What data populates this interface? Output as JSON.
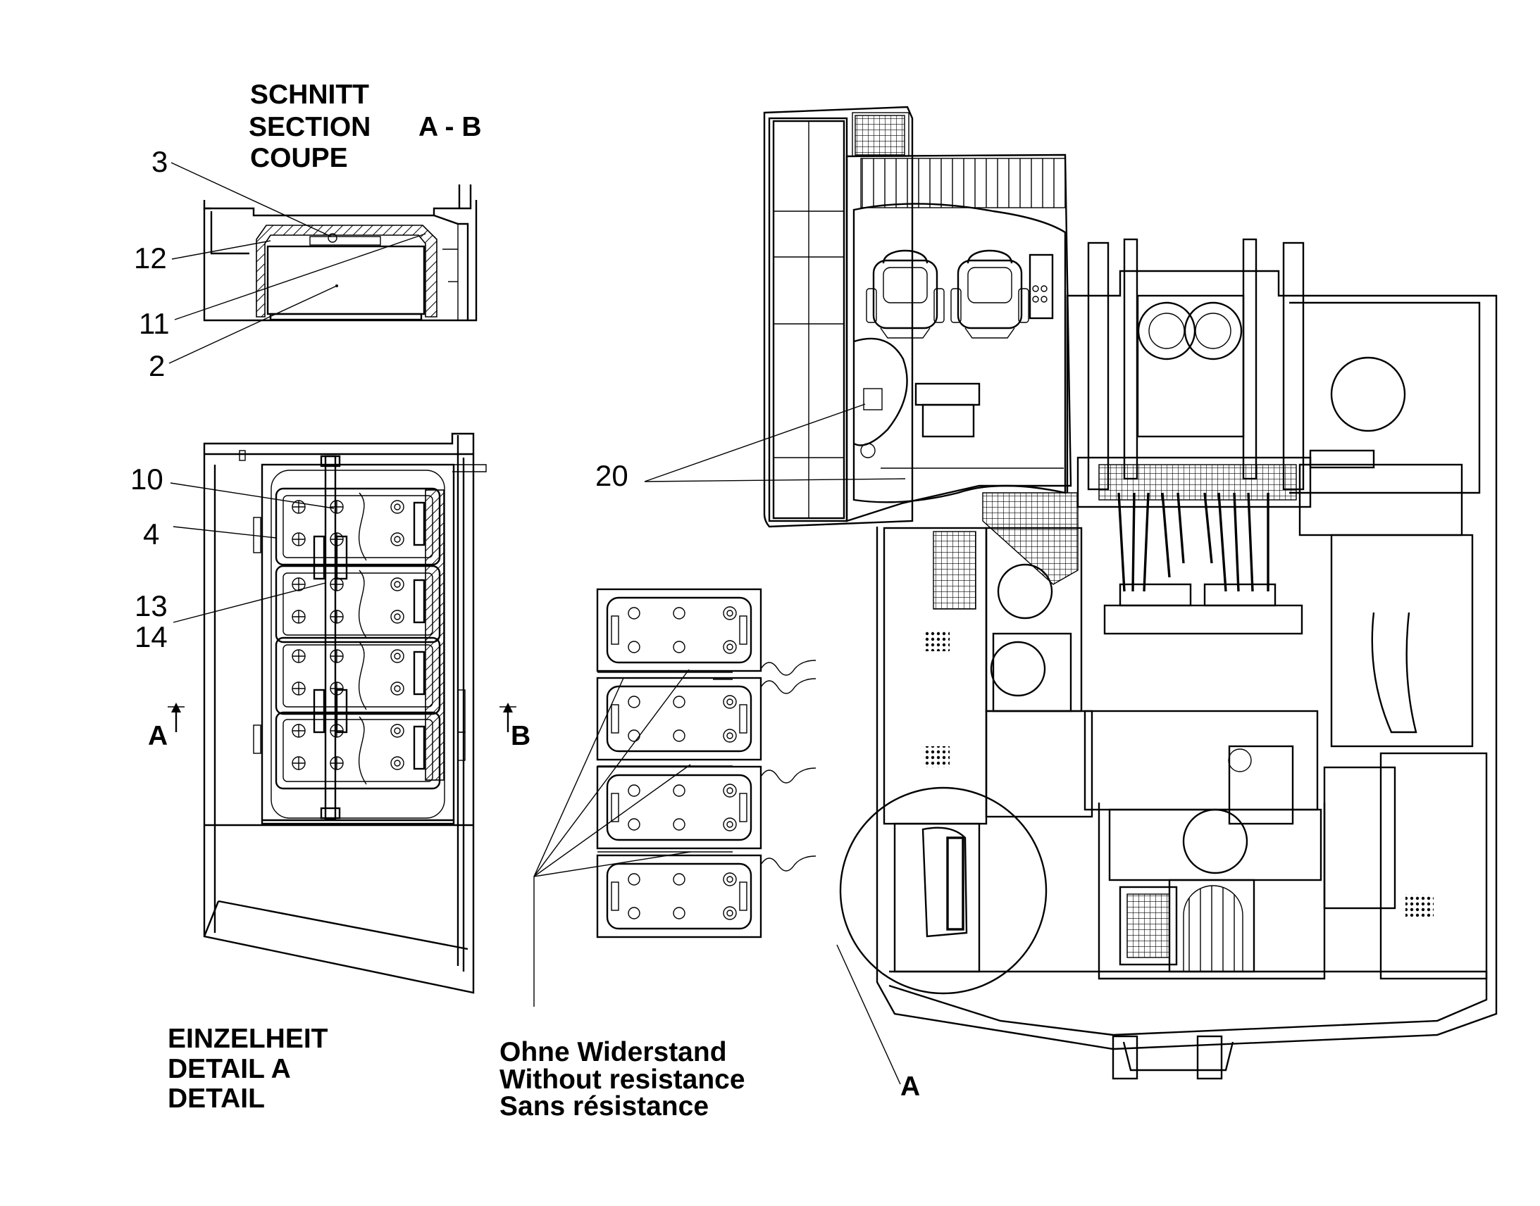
{
  "section_view": {
    "title_lines": [
      "SCHNITT",
      "SECTION",
      "COUPE"
    ],
    "section_id": "A - B"
  },
  "callouts": {
    "c3": "3",
    "c12": "12",
    "c11": "11",
    "c2": "2",
    "c10": "10",
    "c4": "4",
    "c13": "13",
    "c14": "14",
    "c20": "20"
  },
  "section_markers": {
    "left": "A",
    "right": "B"
  },
  "detail_view": {
    "title_lines": [
      "EINZELHEIT",
      "DETAIL  A",
      "DETAIL"
    ]
  },
  "resistance_note": {
    "lines": [
      "Ohne Widerstand",
      "Without  resistance",
      "Sans résistance"
    ]
  },
  "detail_ref": "A",
  "icons": [
    "battery-icon",
    "seat-icon",
    "radiator-fan-icon",
    "vent-grille-icon"
  ]
}
